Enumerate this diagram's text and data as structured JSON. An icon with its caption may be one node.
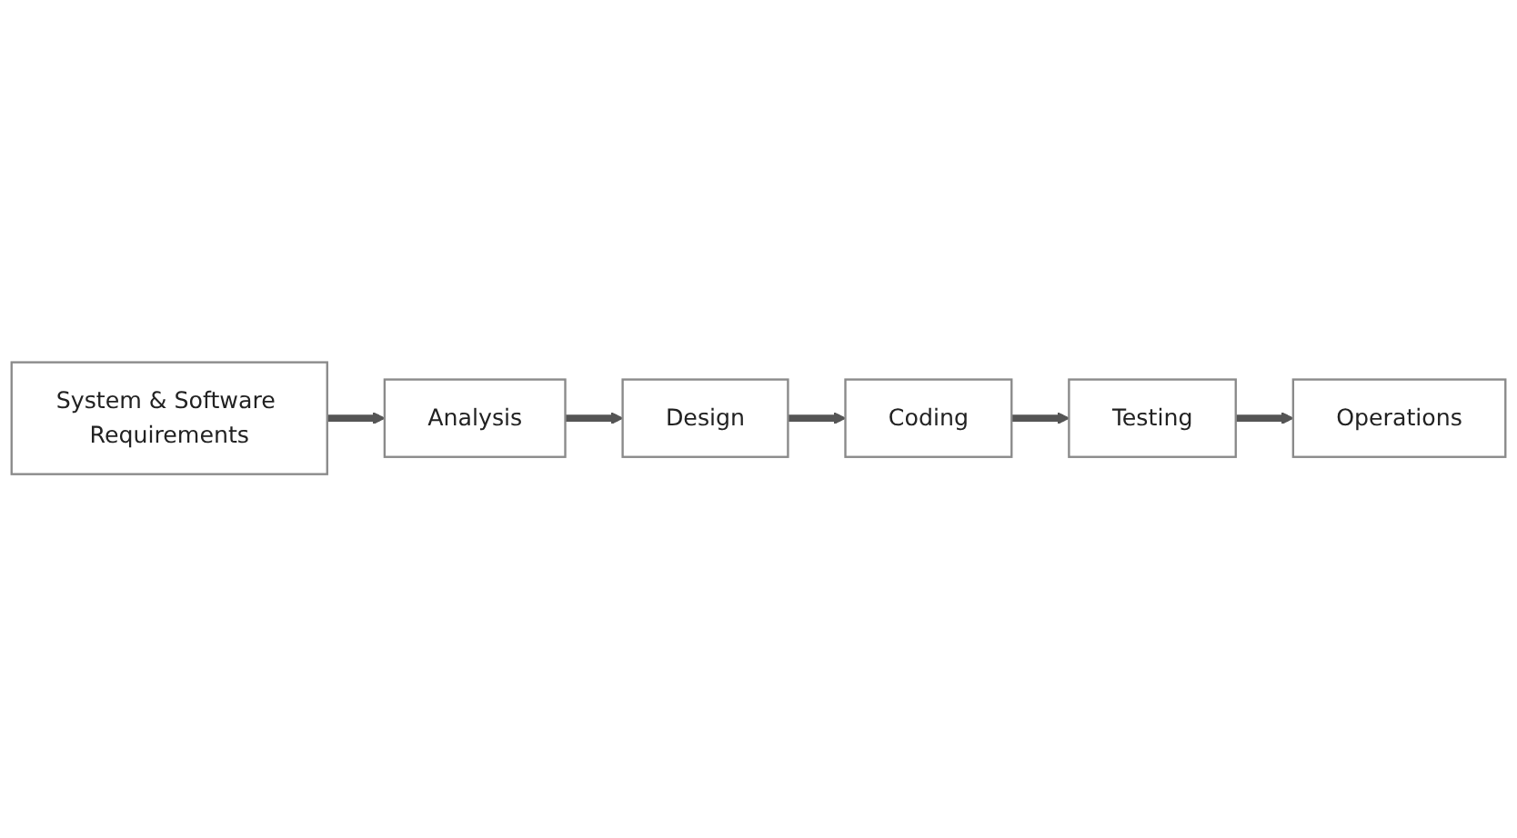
{
  "diagram": {
    "nodes": [
      {
        "text": [
          "System & Software Requirements"
        ]
      },
      {
        "text": [
          "Analysis"
        ]
      },
      {
        "text": [
          "Design"
        ]
      },
      {
        "text": [
          "Coding"
        ]
      },
      {
        "text": [
          "Testing"
        ]
      },
      {
        "text": [
          "Operations"
        ]
      }
    ],
    "edges": [
      {
        "from": 0,
        "to": 1,
        "arrow": "to"
      },
      {
        "from": 1,
        "to": 2,
        "arrow": "to"
      },
      {
        "from": 2,
        "to": 3,
        "arrow": "to"
      },
      {
        "from": 3,
        "to": 4,
        "arrow": "to"
      },
      {
        "from": 4,
        "to": 5,
        "arrow": "to"
      }
    ]
  }
}
